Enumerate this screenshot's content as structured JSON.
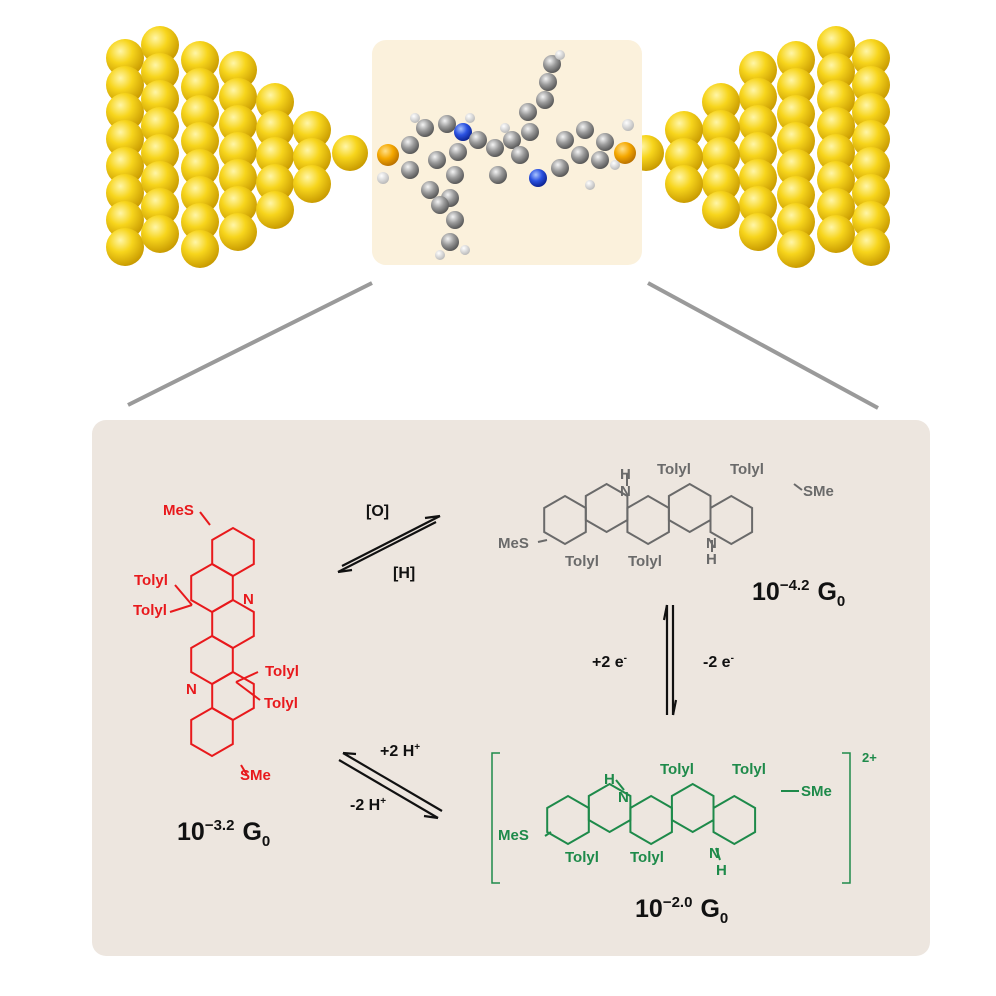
{
  "colors": {
    "oxidized": "#e8191c",
    "neutral": "#6a6a6a",
    "cation": "#1e8a4a",
    "gold": "#f4d020",
    "panel": "#ede6df",
    "inset": "#fbf1dc"
  },
  "red_molecule": {
    "sme_top": "MeS",
    "tolyl_1": "Tolyl",
    "tolyl_2": "Tolyl",
    "n_right": "N",
    "n_left": "N",
    "tolyl_3": "Tolyl",
    "tolyl_4": "Tolyl",
    "sme_bottom": "SMe",
    "conductance": {
      "base": "10",
      "exp": "−3.2",
      "unit": "G",
      "sub": "0"
    }
  },
  "gray_molecule": {
    "h_top": "H",
    "n_top": "N",
    "tolyl_1": "Tolyl",
    "tolyl_2": "Tolyl",
    "sme_right": "SMe",
    "sme_left": "MeS",
    "tolyl_3": "Tolyl",
    "tolyl_4": "Tolyl",
    "n_bottom": "N",
    "h_bottom": "H",
    "conductance": {
      "base": "10",
      "exp": "−4.2",
      "unit": "G",
      "sub": "0"
    }
  },
  "green_molecule": {
    "h_top": "H",
    "n_top": "N",
    "tolyl_1": "Tolyl",
    "tolyl_2": "Tolyl",
    "sme_right": "SMe",
    "sme_left": "MeS",
    "tolyl_3": "Tolyl",
    "tolyl_4": "Tolyl",
    "n_bottom": "N",
    "h_bottom": "H",
    "charge": "2+",
    "conductance": {
      "base": "10",
      "exp": "−2.0",
      "unit": "G",
      "sub": "0"
    }
  },
  "reactions": {
    "oxidation": "[O]",
    "reduction": "[H]",
    "reduce_2e": "+2 e",
    "oxidize_2e": "-2 e",
    "e_sup": "-",
    "protonate": "+2 H",
    "deprotonate": "-2 H",
    "h_sup": "+"
  }
}
